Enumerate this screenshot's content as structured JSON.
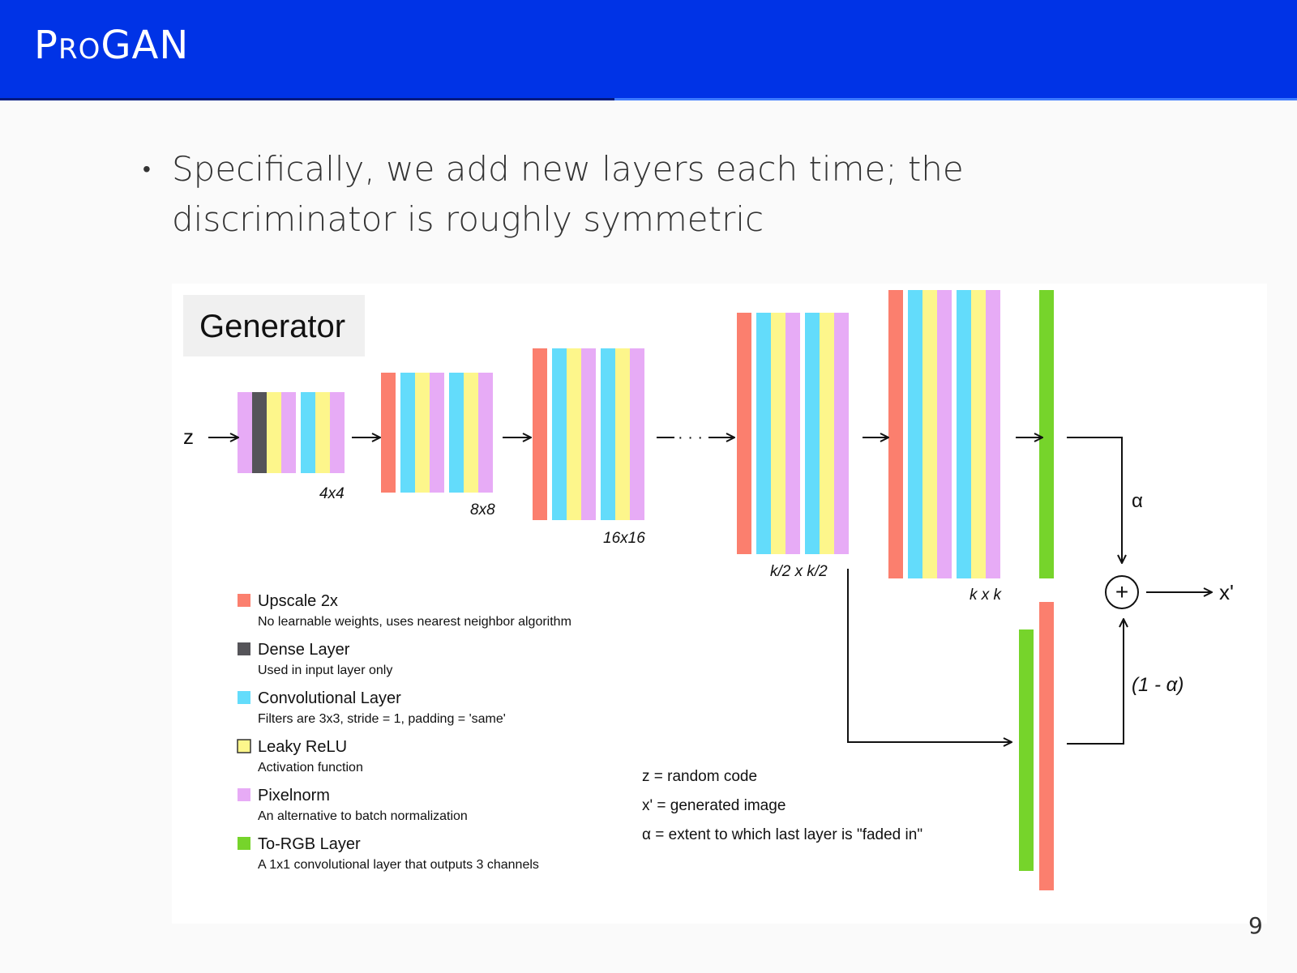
{
  "slide": {
    "title": "ProGAN",
    "bullet": "Specifically, we add new layers each time; the discriminator is roughly symmetric",
    "page_number": "9"
  },
  "colors": {
    "header": "#0033e6",
    "upscale": "#fb7f6e",
    "dense": "#555459",
    "conv": "#63dcfb",
    "leaky": "#fdf68b",
    "pixelnorm": "#e7abf6",
    "torgb": "#76d42b"
  },
  "diagram": {
    "title": "Generator",
    "input_label": "z",
    "output_label": "x'",
    "alpha_label": "α",
    "one_minus_alpha_label": "(1 - α)",
    "plus_symbol": "+",
    "ellipsis": "· · ·",
    "stage_labels": [
      "4x4",
      "8x8",
      "16x16",
      "k/2 x k/2",
      "k x k"
    ],
    "legend": [
      {
        "key": "upscale",
        "title": "Upscale 2x",
        "desc": "No learnable weights, uses nearest neighbor algorithm"
      },
      {
        "key": "dense",
        "title": "Dense Layer",
        "desc": "Used in input layer only"
      },
      {
        "key": "conv",
        "title": "Convolutional Layer",
        "desc": "Filters are 3x3, stride = 1,  padding = 'same'"
      },
      {
        "key": "leaky",
        "title": "Leaky ReLU",
        "desc": "Activation function"
      },
      {
        "key": "pixelnorm",
        "title": "Pixelnorm",
        "desc": "An alternative to batch normalization"
      },
      {
        "key": "torgb",
        "title": "To-RGB Layer",
        "desc": "A 1x1 convolutional layer that outputs 3 channels"
      }
    ],
    "definitions": [
      "z = random code",
      "x' = generated image",
      "α = extent to which last layer is \"faded in\""
    ]
  }
}
